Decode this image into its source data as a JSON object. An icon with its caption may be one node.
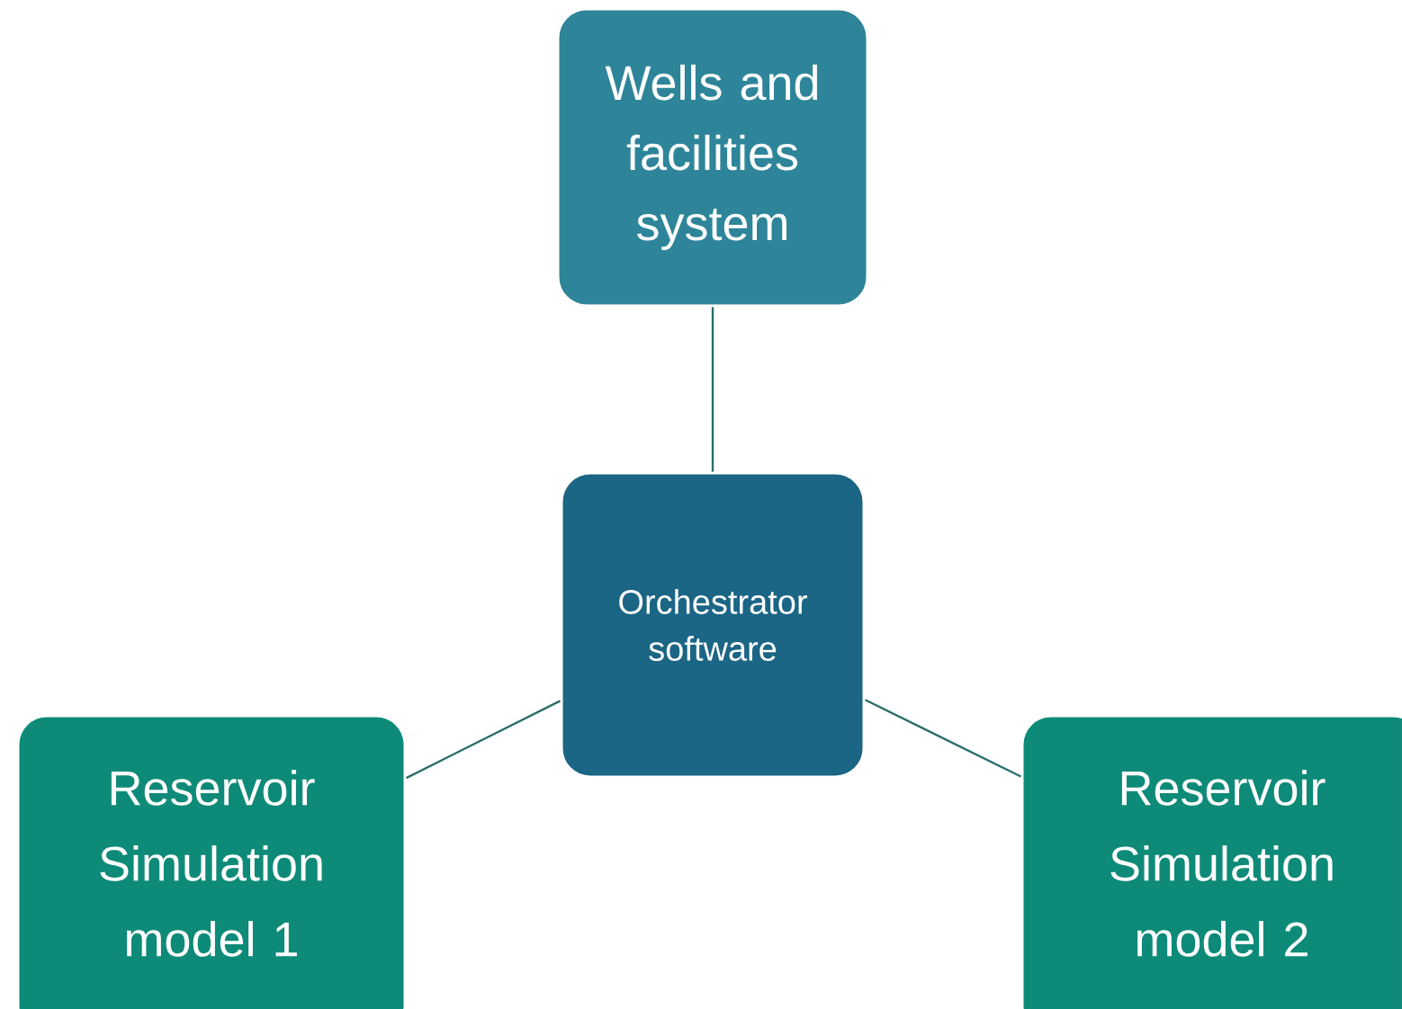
{
  "diagram": {
    "nodes": [
      {
        "text": [
          "Wells and facilities system"
        ]
      },
      {
        "text": [
          "Orchestrator software"
        ]
      },
      {
        "text": [
          "Reservoir Simulation model 1"
        ]
      },
      {
        "text": [
          "Reservoir Simulation model 2"
        ]
      }
    ],
    "edges": [
      {
        "from": 0,
        "to": 1,
        "arrow": "none"
      },
      {
        "from": 1,
        "to": 2,
        "arrow": "none"
      },
      {
        "from": 1,
        "to": 3,
        "arrow": "none"
      }
    ]
  }
}
